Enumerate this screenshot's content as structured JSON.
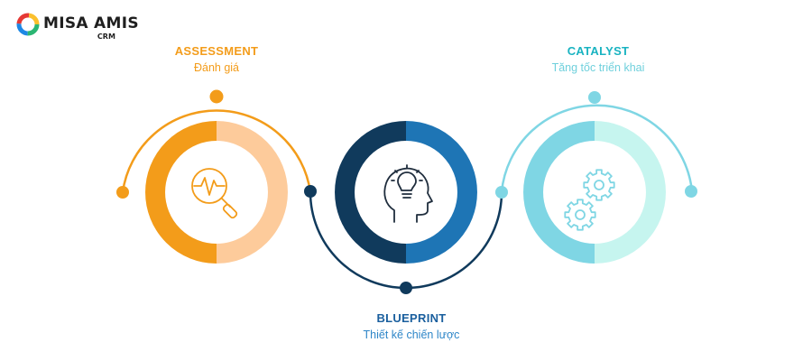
{
  "brand": {
    "name": "MISA AMIS",
    "sub": "CRM"
  },
  "stages": [
    {
      "id": "assessment",
      "title": "ASSESSMENT",
      "subtitle": "Đánh giá",
      "icon": "analytics-magnifier-icon",
      "colors": {
        "dark": "#f39c1a",
        "light": "#fdcb9b",
        "arc": "#f39c1a"
      }
    },
    {
      "id": "blueprint",
      "title": "BLUEPRINT",
      "subtitle": "Thiết kế chiến lược",
      "icon": "head-lightbulb-icon",
      "colors": {
        "dark": "#103a5c",
        "light": "#1e75b5",
        "arc": "#103a5c"
      }
    },
    {
      "id": "catalyst",
      "title": "CATALYST",
      "subtitle": "Tăng tốc triển khai",
      "icon": "gears-icon",
      "colors": {
        "dark": "#7fd6e4",
        "light": "#c6f5ef",
        "arc": "#7fd6e4"
      }
    }
  ]
}
